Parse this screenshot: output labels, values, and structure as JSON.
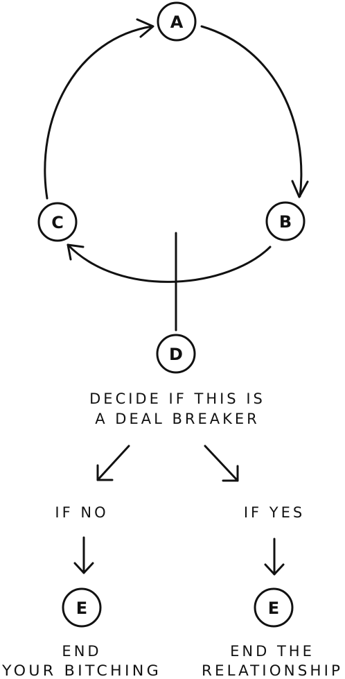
{
  "nodes": {
    "a": "A",
    "b": "B",
    "c": "C",
    "d": "D",
    "e_left": "E",
    "e_right": "E"
  },
  "decision": {
    "line1": "DECIDE IF THIS IS",
    "line2": "A DEAL BREAKER"
  },
  "branches": {
    "no_label": "IF NO",
    "yes_label": "IF YES"
  },
  "outcomes": {
    "left_line1": "END",
    "left_line2": "YOUR BITCHING",
    "right_line1": "END THE",
    "right_line2": "RELATIONSHIP"
  }
}
